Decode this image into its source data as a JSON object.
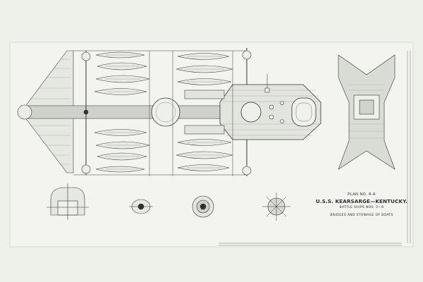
{
  "title_block": {
    "plan_number": "PLAN NO. 8-A",
    "ship_names": "U.S.S. KEARSARGE—KENTUCKY.",
    "subtitle": "BATTLE SHIPS NOS. 5—6",
    "description": "BRIDGES AND STOWAGE OF BOATS"
  }
}
